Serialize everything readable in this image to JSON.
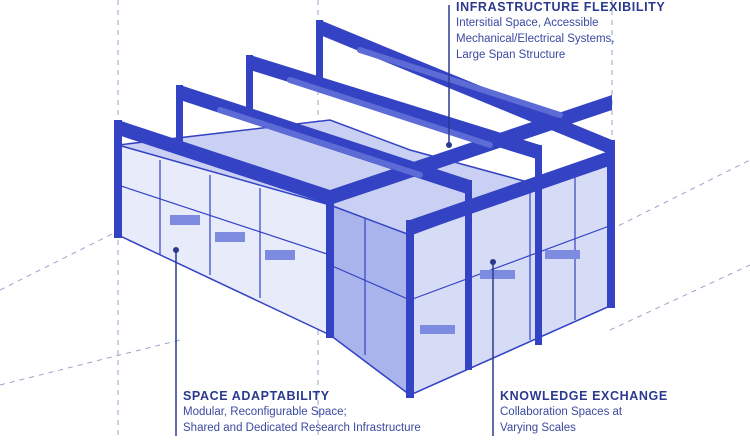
{
  "colors": {
    "accent": "#2b3dbf",
    "structure_dark": "#3343c4",
    "structure_light": "#c9d0f3",
    "wall_mid": "#7d8ce0",
    "text": "#2b3a8f",
    "guide_line": "#9aa3c9"
  },
  "callouts": {
    "infrastructure": {
      "title": "INFRASTRUCTURE FLEXIBILITY",
      "lines": [
        "Intersitial Space, Accessible",
        "Mechanical/Electrical Systems,",
        "Large Span Structure"
      ]
    },
    "space": {
      "title": "SPACE ADAPTABILITY",
      "lines": [
        "Modular, Reconfigurable Space;",
        "Shared and Dedicated Research Infrastructure"
      ]
    },
    "knowledge": {
      "title": "KNOWLEDGE EXCHANGE",
      "lines": [
        "Collaboration Spaces at",
        "Varying Scales"
      ]
    }
  }
}
